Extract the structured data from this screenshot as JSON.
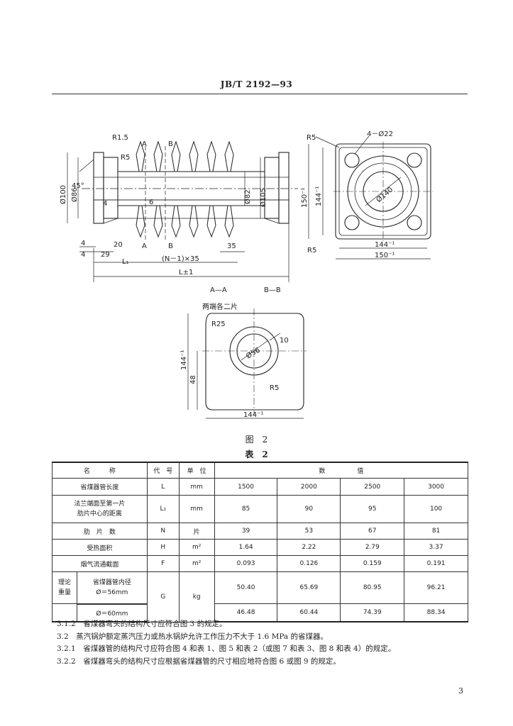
{
  "header": {
    "standard_code": "JB/T 2192—93"
  },
  "figure": {
    "side_view": {
      "r_small": "R1.5",
      "r_large": "R5",
      "sec_a": "A",
      "sec_b": "B",
      "angle": "45°",
      "d100": "Ø100",
      "d86": "Ø86",
      "d82": "Ø82",
      "d105": "Ø105",
      "dim_4a": "4",
      "dim_6": "6",
      "dim_4b": "4",
      "dim_4c": "4",
      "dim_20": "20",
      "dim_29": "29",
      "dim_35": "35",
      "dim_l1": "L₁",
      "dim_pitch": "(N－1)×35",
      "dim_l": "L±1"
    },
    "flange_view": {
      "r5_top": "R5",
      "holes": "4－Ø22",
      "bore": "Ø140",
      "height": "150⁻¹",
      "inner_h": "144⁻¹",
      "r5_bot": "R5",
      "inner_w": "144⁻¹",
      "outer_w": "150⁻¹"
    },
    "section_aa": "A—A",
    "section_bb": "B—B",
    "fin_view": {
      "note": "两端各二片",
      "r25": "R25",
      "bore": "Ø56",
      "thk": "10",
      "r5": "R5",
      "height": "144⁻¹",
      "half": "48",
      "width": "144⁻¹"
    },
    "caption": "图　2"
  },
  "table": {
    "caption": "表　2",
    "headers": {
      "name": "名　　　称",
      "code": "代　号",
      "unit": "单　位",
      "value": "数　　　　　值"
    },
    "rows": [
      {
        "name": "省煤器管长度",
        "code": "L",
        "unit": "mm",
        "values": [
          "1500",
          "2000",
          "2500",
          "3000"
        ]
      },
      {
        "name_lines": [
          "法兰端面至第一片",
          "肋片中心的距离"
        ],
        "code": "L₁",
        "unit": "mm",
        "values": [
          "85",
          "90",
          "95",
          "100"
        ]
      },
      {
        "name": "肋　片　数",
        "code": "N",
        "unit": "片",
        "values": [
          "39",
          "53",
          "67",
          "81"
        ]
      },
      {
        "name": "受热面积",
        "code": "H",
        "unit": "m²",
        "values": [
          "1.64",
          "2.22",
          "2.79",
          "3.37"
        ]
      },
      {
        "name": "烟气流通截面",
        "code": "F",
        "unit": "m²",
        "values": [
          "0.093",
          "0.126",
          "0.159",
          "0.191"
        ]
      }
    ],
    "weight": {
      "group_lines": [
        "理论",
        "重量"
      ],
      "sub1_lines": [
        "省煤器管内径",
        "Ø＝56mm"
      ],
      "sub2": "Ø＝60mm",
      "code": "G",
      "unit": "kg",
      "values1": [
        "50.40",
        "65.69",
        "80.95",
        "96.21"
      ],
      "values2": [
        "46.48",
        "60.44",
        "74.39",
        "88.34"
      ]
    }
  },
  "notes": [
    "3.1.2　省煤器弯头的结构尺寸应符合图 3 的规定。",
    "3.2　蒸汽锅炉额定蒸汽压力或热水锅炉允许工作压力不大于 1.6 MPa 的省煤器。",
    "3.2.1　省煤器管的结构尺寸应符合图 4 和表 1、图 5 和表 2（或图 7 和表 3、图 8 和表 4）的规定。",
    "3.2.2　省煤器弯头的结构尺寸应根据省煤器管的尺寸相应地符合图 6 或图 9 的规定。"
  ],
  "page_number": "3"
}
